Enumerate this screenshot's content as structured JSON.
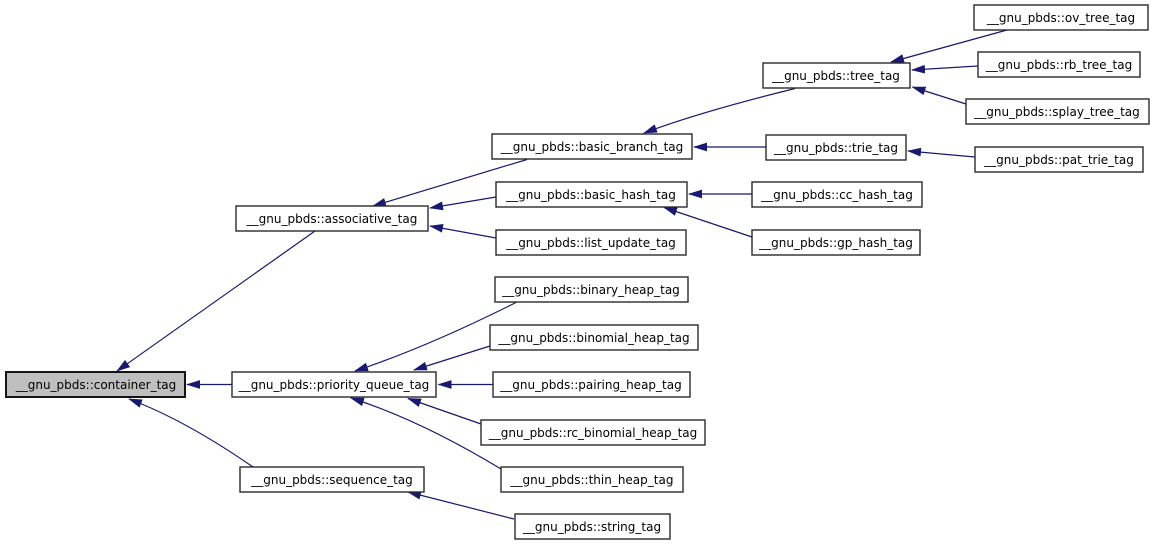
{
  "diagram": {
    "type": "inheritance-graph",
    "colors": {
      "background": "#ffffff",
      "arrow": "#191970",
      "node_border": "#2a2a2a",
      "node_fill": "#ffffff",
      "selected_node_fill": "#bfbfbf"
    },
    "selected_node": "container_tag",
    "nodes": {
      "container_tag": {
        "label": "__gnu_pbds::container_tag",
        "highlighted": true
      },
      "associative_tag": {
        "label": "__gnu_pbds::associative_tag"
      },
      "basic_branch_tag": {
        "label": "__gnu_pbds::basic_branch_tag"
      },
      "tree_tag": {
        "label": "__gnu_pbds::tree_tag"
      },
      "ov_tree_tag": {
        "label": "__gnu_pbds::ov_tree_tag"
      },
      "rb_tree_tag": {
        "label": "__gnu_pbds::rb_tree_tag"
      },
      "splay_tree_tag": {
        "label": "__gnu_pbds::splay_tree_tag"
      },
      "trie_tag": {
        "label": "__gnu_pbds::trie_tag"
      },
      "pat_trie_tag": {
        "label": "__gnu_pbds::pat_trie_tag"
      },
      "basic_hash_tag": {
        "label": "__gnu_pbds::basic_hash_tag"
      },
      "cc_hash_tag": {
        "label": "__gnu_pbds::cc_hash_tag"
      },
      "gp_hash_tag": {
        "label": "__gnu_pbds::gp_hash_tag"
      },
      "list_update_tag": {
        "label": "__gnu_pbds::list_update_tag"
      },
      "priority_queue_tag": {
        "label": "__gnu_pbds::priority_queue_tag"
      },
      "binary_heap_tag": {
        "label": "__gnu_pbds::binary_heap_tag"
      },
      "binomial_heap_tag": {
        "label": "__gnu_pbds::binomial_heap_tag"
      },
      "pairing_heap_tag": {
        "label": "__gnu_pbds::pairing_heap_tag"
      },
      "rc_binomial_heap_tag": {
        "label": "__gnu_pbds::rc_binomial_heap_tag"
      },
      "thin_heap_tag": {
        "label": "__gnu_pbds::thin_heap_tag"
      },
      "sequence_tag": {
        "label": "__gnu_pbds::sequence_tag"
      },
      "string_tag": {
        "label": "__gnu_pbds::string_tag"
      }
    },
    "edges": [
      {
        "from": "associative_tag",
        "to": "container_tag"
      },
      {
        "from": "priority_queue_tag",
        "to": "container_tag"
      },
      {
        "from": "sequence_tag",
        "to": "container_tag"
      },
      {
        "from": "basic_branch_tag",
        "to": "associative_tag"
      },
      {
        "from": "basic_hash_tag",
        "to": "associative_tag"
      },
      {
        "from": "list_update_tag",
        "to": "associative_tag"
      },
      {
        "from": "tree_tag",
        "to": "basic_branch_tag"
      },
      {
        "from": "trie_tag",
        "to": "basic_branch_tag"
      },
      {
        "from": "ov_tree_tag",
        "to": "tree_tag"
      },
      {
        "from": "rb_tree_tag",
        "to": "tree_tag"
      },
      {
        "from": "splay_tree_tag",
        "to": "tree_tag"
      },
      {
        "from": "pat_trie_tag",
        "to": "trie_tag"
      },
      {
        "from": "cc_hash_tag",
        "to": "basic_hash_tag"
      },
      {
        "from": "gp_hash_tag",
        "to": "basic_hash_tag"
      },
      {
        "from": "binary_heap_tag",
        "to": "priority_queue_tag"
      },
      {
        "from": "binomial_heap_tag",
        "to": "priority_queue_tag"
      },
      {
        "from": "pairing_heap_tag",
        "to": "priority_queue_tag"
      },
      {
        "from": "rc_binomial_heap_tag",
        "to": "priority_queue_tag"
      },
      {
        "from": "thin_heap_tag",
        "to": "priority_queue_tag"
      },
      {
        "from": "string_tag",
        "to": "sequence_tag"
      }
    ]
  }
}
